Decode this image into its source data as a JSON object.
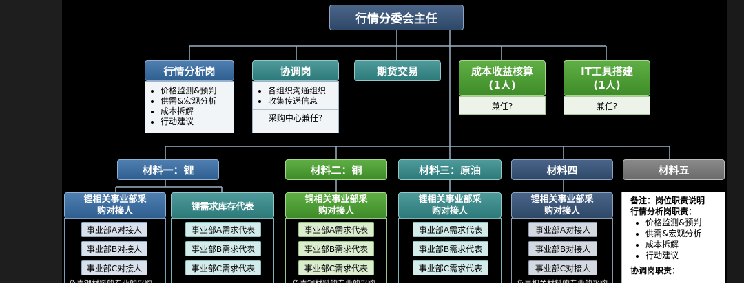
{
  "top": {
    "title": "行情分委会主任"
  },
  "roles": [
    {
      "title": "行情分析岗",
      "items": [
        "价格监测&预判",
        "供需&宏观分析",
        "成本拆解",
        "行动建议"
      ]
    },
    {
      "title": "协调岗",
      "items": [
        "各组织沟通组织",
        "收集传递信息"
      ],
      "note": "采购中心兼任?"
    },
    {
      "title": "期货交易"
    },
    {
      "title": "成本收益核算\n(1人)",
      "note": "兼任?"
    },
    {
      "title": "IT工具搭建\n(1人)",
      "note": "兼任?"
    }
  ],
  "materials": [
    "材料一：锂",
    "材料二：铜",
    "材料三：原油",
    "材料四",
    "材料五"
  ],
  "columns": [
    {
      "header": "锂相关事业部采\n购对接人",
      "items": [
        "事业部A对接人",
        "事业部B对接人",
        "事业部C对接人"
      ],
      "peek": "负责锂材料的专业的采购"
    },
    {
      "header": "锂需求库存代表",
      "items": [
        "事业部A需求代表",
        "事业部B需求代表",
        "事业部C需求代表"
      ]
    },
    {
      "header": "铜相关事业部采\n购对接人",
      "items": [
        "事业部A需求代表",
        "事业部B需求代表",
        "事业部C需求代表"
      ],
      "peek": "负责铜材料的专业的采购"
    },
    {
      "header": "锂相关事业部采\n购对接人",
      "items": [
        "事业部A需求代表",
        "事业部B需求代表",
        "事业部C需求代表"
      ]
    },
    {
      "header": "锂相关事业部采\n购对接人",
      "items": [
        "事业部A对接人",
        "事业部B对接人",
        "事业部C对接人"
      ],
      "peek": "负责相关材料的专业的采购"
    }
  ],
  "note": {
    "title1": "备注：岗位职责说明",
    "title2": "行情分析岗职责：",
    "items": [
      "价格监测&预判",
      "供需&宏观分析",
      "成本拆解",
      "行动建议"
    ],
    "title3": "协调岗职责："
  },
  "colors": {
    "blue": "#3a6a9c",
    "green": "#4c9a33",
    "teal": "#3a8a8a",
    "navy": "#3a5578",
    "gray": "#7a7a7a"
  }
}
